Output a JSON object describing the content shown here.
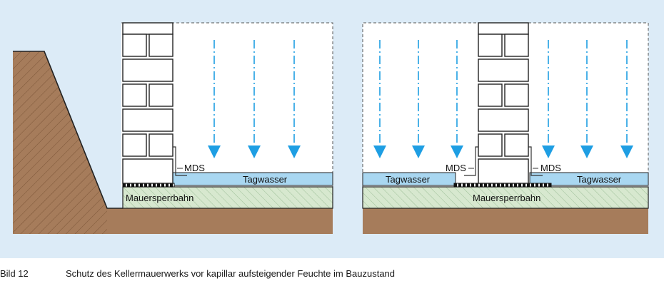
{
  "figure": {
    "number": "Bild 12",
    "caption": "Schutz des Kellermauerwerks vor kapillar aufsteigender Feuchte im Bauzustand"
  },
  "left_detail": {
    "mds_label": "MDS",
    "water_label": "Tagwasser",
    "barrier_label": "Mauersperrbahn"
  },
  "right_detail": {
    "mds_left_label": "MDS",
    "mds_right_label": "MDS",
    "water_left_label": "Tagwasser",
    "water_right_label": "Tagwasser",
    "barrier_label": "Mauersperrbahn"
  },
  "colors": {
    "background": "#dcebf7",
    "soil": "#a67c5b",
    "concrete": "#d7e8cf",
    "water": "#a9d7f1",
    "arrow": "#1e9ee3",
    "brick": "#ffffff",
    "outline": "#222222"
  }
}
